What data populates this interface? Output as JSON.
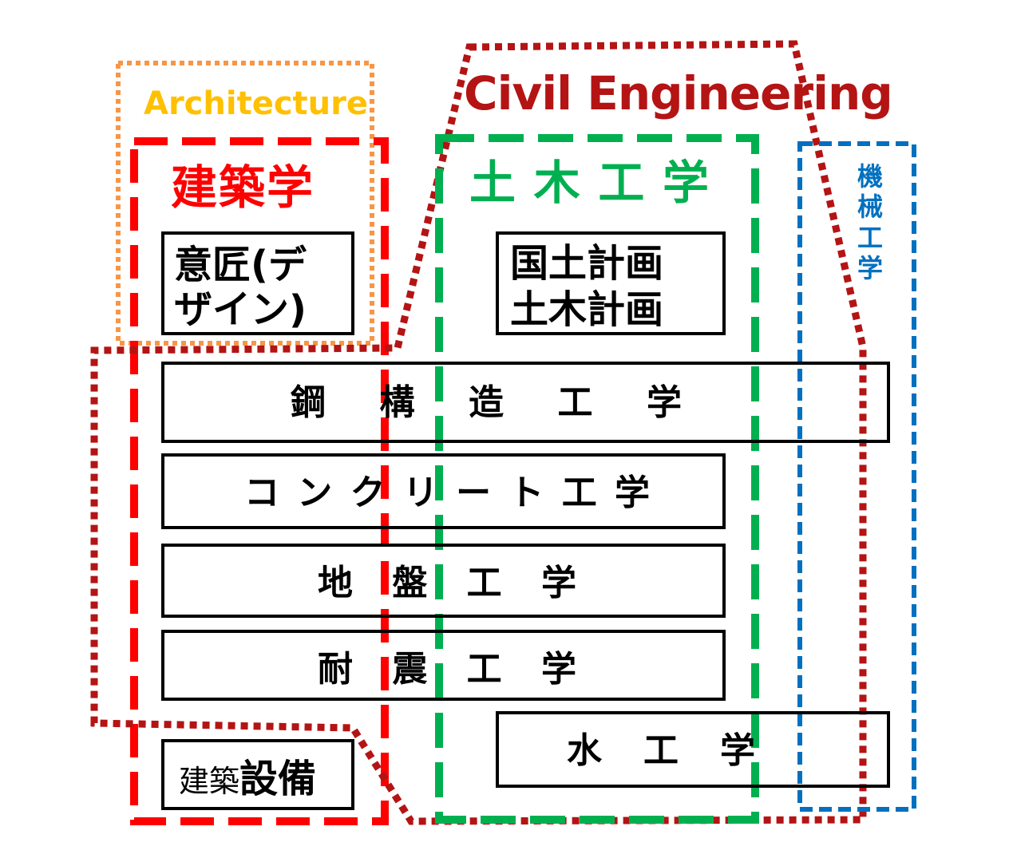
{
  "labels": {
    "architecture_en": "Architecture",
    "civil_en": "Civil Engineering",
    "kenchikugaku": "建築学",
    "doboku": [
      "土",
      "木",
      "工",
      "学"
    ],
    "kikai": [
      "機",
      "械",
      "工",
      "学"
    ]
  },
  "boxes": {
    "isho": {
      "line1": "意匠(デ",
      "line2": "ザイン)"
    },
    "kokudo": {
      "line1": "国土計画",
      "line2": "土木計画"
    },
    "kou": [
      "鋼",
      "構",
      "造",
      "工",
      "学"
    ],
    "concrete": [
      "コ",
      "ン",
      "ク",
      "リ",
      "ー",
      "ト",
      "工",
      "学"
    ],
    "jiban": [
      "地",
      "盤",
      "工",
      "学"
    ],
    "taishin": [
      "耐",
      "震",
      "工",
      "学"
    ],
    "mizu": [
      "水",
      "工",
      "学"
    ],
    "setsubi": {
      "part1": "建築",
      "part2": "設備"
    }
  },
  "colors": {
    "architecture_label": "#ffc000",
    "architecture_outline": "#f79646",
    "kenchiku_outline": "#ff0000",
    "civil": "#b41414",
    "doboku": "#00b050",
    "kikai": "#0070c0",
    "box_border": "#000000"
  }
}
